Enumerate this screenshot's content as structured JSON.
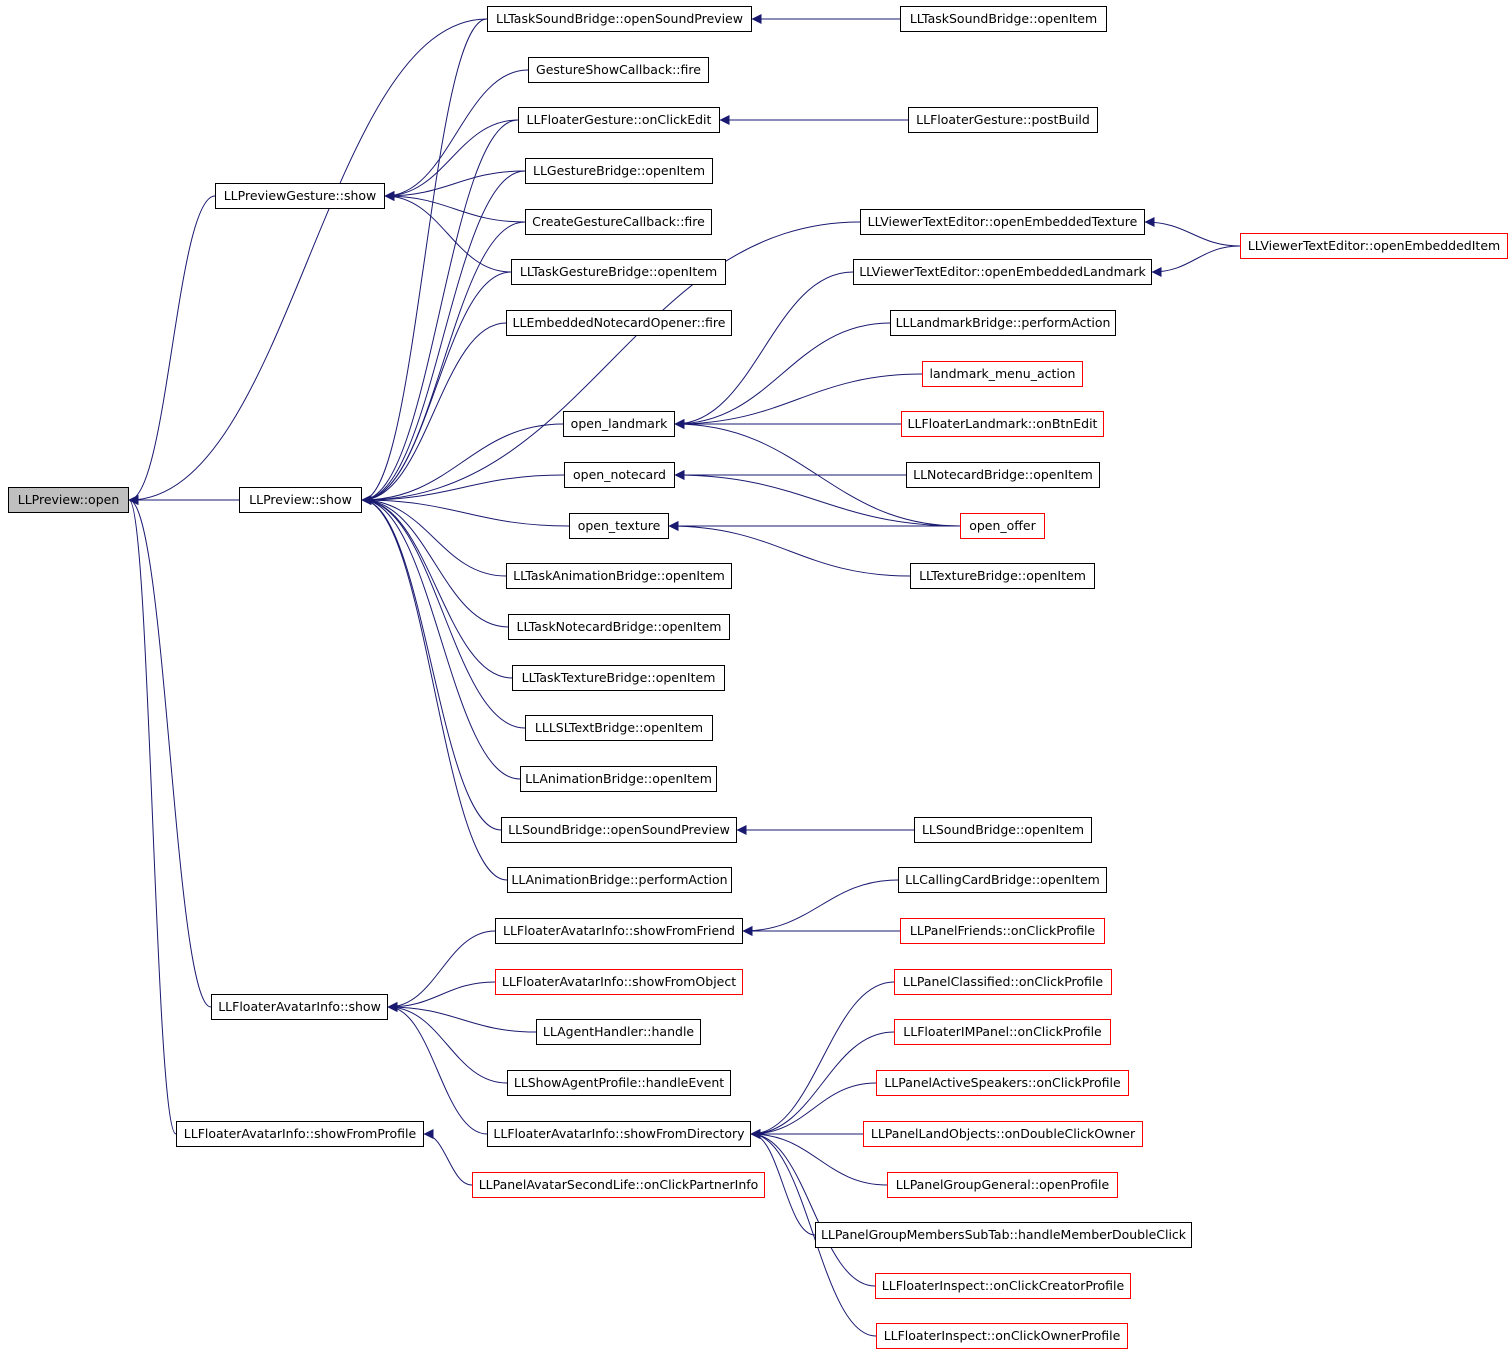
{
  "colors": {
    "edge": "#191970",
    "box_border": "#000000",
    "truncated_border": "#ff0000",
    "root_fill": "#bfbfbf"
  },
  "nodes": {
    "preview_open": {
      "label": "LLPreview::open",
      "style": "root"
    },
    "preview_show": {
      "label": "LLPreview::show",
      "style": "normal"
    },
    "preview_gesture_show": {
      "label": "LLPreviewGesture::show",
      "style": "normal"
    },
    "floater_avatar_info_show": {
      "label": "LLFloaterAvatarInfo::show",
      "style": "normal"
    },
    "show_from_profile": {
      "label": "LLFloaterAvatarInfo::showFromProfile",
      "style": "normal"
    },
    "task_sound_preview": {
      "label": "LLTaskSoundBridge::openSoundPreview",
      "style": "normal"
    },
    "gesture_show_callback": {
      "label": "GestureShowCallback::fire",
      "style": "normal"
    },
    "floater_gesture_edit": {
      "label": "LLFloaterGesture::onClickEdit",
      "style": "normal"
    },
    "gesture_bridge_open": {
      "label": "LLGestureBridge::openItem",
      "style": "normal"
    },
    "create_gesture_callback": {
      "label": "CreateGestureCallback::fire",
      "style": "normal"
    },
    "task_gesture_open": {
      "label": "LLTaskGestureBridge::openItem",
      "style": "normal"
    },
    "embedded_notecard_fire": {
      "label": "LLEmbeddedNotecardOpener::fire",
      "style": "normal"
    },
    "open_landmark": {
      "label": "open_landmark",
      "style": "normal"
    },
    "open_notecard": {
      "label": "open_notecard",
      "style": "normal"
    },
    "open_texture": {
      "label": "open_texture",
      "style": "normal"
    },
    "task_animation_open": {
      "label": "LLTaskAnimationBridge::openItem",
      "style": "normal"
    },
    "task_notecard_open": {
      "label": "LLTaskNotecardBridge::openItem",
      "style": "normal"
    },
    "task_texture_open": {
      "label": "LLTaskTextureBridge::openItem",
      "style": "normal"
    },
    "lsl_text_open": {
      "label": "LLLSLTextBridge::openItem",
      "style": "normal"
    },
    "animation_bridge_open": {
      "label": "LLAnimationBridge::openItem",
      "style": "normal"
    },
    "sound_bridge_preview": {
      "label": "LLSoundBridge::openSoundPreview",
      "style": "normal"
    },
    "animation_perform": {
      "label": "LLAnimationBridge::performAction",
      "style": "normal"
    },
    "show_from_friend": {
      "label": "LLFloaterAvatarInfo::showFromFriend",
      "style": "normal"
    },
    "show_from_object": {
      "label": "LLFloaterAvatarInfo::showFromObject",
      "style": "red"
    },
    "agent_handler": {
      "label": "LLAgentHandler::handle",
      "style": "normal"
    },
    "show_agent_profile": {
      "label": "LLShowAgentProfile::handleEvent",
      "style": "normal"
    },
    "show_from_directory": {
      "label": "LLFloaterAvatarInfo::showFromDirectory",
      "style": "normal"
    },
    "partner_info": {
      "label": "LLPanelAvatarSecondLife::onClickPartnerInfo",
      "style": "red"
    },
    "task_sound_open": {
      "label": "LLTaskSoundBridge::openItem",
      "style": "normal"
    },
    "floater_gesture_postbuild": {
      "label": "LLFloaterGesture::postBuild",
      "style": "normal"
    },
    "vte_embedded_texture": {
      "label": "LLViewerTextEditor::openEmbeddedTexture",
      "style": "normal"
    },
    "vte_embedded_landmark": {
      "label": "LLViewerTextEditor::openEmbeddedLandmark",
      "style": "normal"
    },
    "landmark_perform": {
      "label": "LLLandmarkBridge::performAction",
      "style": "normal"
    },
    "landmark_menu_action": {
      "label": "landmark_menu_action",
      "style": "red"
    },
    "floater_landmark_edit": {
      "label": "LLFloaterLandmark::onBtnEdit",
      "style": "red"
    },
    "notecard_bridge_open": {
      "label": "LLNotecardBridge::openItem",
      "style": "normal"
    },
    "open_offer": {
      "label": "open_offer",
      "style": "red"
    },
    "texture_bridge_open": {
      "label": "LLTextureBridge::openItem",
      "style": "normal"
    },
    "sound_bridge_open": {
      "label": "LLSoundBridge::openItem",
      "style": "normal"
    },
    "calling_card_open": {
      "label": "LLCallingCardBridge::openItem",
      "style": "normal"
    },
    "friends_profile": {
      "label": "LLPanelFriends::onClickProfile",
      "style": "red"
    },
    "classified_profile": {
      "label": "LLPanelClassified::onClickProfile",
      "style": "red"
    },
    "im_panel_profile": {
      "label": "LLFloaterIMPanel::onClickProfile",
      "style": "red"
    },
    "active_speakers_profile": {
      "label": "LLPanelActiveSpeakers::onClickProfile",
      "style": "red"
    },
    "land_objects_owner": {
      "label": "LLPanelLandObjects::onDoubleClickOwner",
      "style": "red"
    },
    "group_general_profile": {
      "label": "LLPanelGroupGeneral::openProfile",
      "style": "red"
    },
    "group_members_dblclick": {
      "label": "LLPanelGroupMembersSubTab::handleMemberDoubleClick",
      "style": "normal"
    },
    "inspect_creator": {
      "label": "LLFloaterInspect::onClickCreatorProfile",
      "style": "red"
    },
    "inspect_owner": {
      "label": "LLFloaterInspect::onClickOwnerProfile",
      "style": "red"
    },
    "vte_embedded_item": {
      "label": "LLViewerTextEditor::openEmbeddedItem",
      "style": "red"
    }
  },
  "edges": [
    [
      "preview_show",
      "preview_open"
    ],
    [
      "preview_gesture_show",
      "preview_open"
    ],
    [
      "floater_avatar_info_show",
      "preview_open"
    ],
    [
      "show_from_profile",
      "preview_open"
    ],
    [
      "task_sound_preview",
      "preview_open"
    ],
    [
      "gesture_show_callback",
      "preview_gesture_show"
    ],
    [
      "floater_gesture_edit",
      "preview_gesture_show"
    ],
    [
      "gesture_bridge_open",
      "preview_gesture_show"
    ],
    [
      "create_gesture_callback",
      "preview_gesture_show"
    ],
    [
      "task_gesture_open",
      "preview_gesture_show"
    ],
    [
      "task_sound_preview",
      "preview_show"
    ],
    [
      "floater_gesture_edit",
      "preview_show"
    ],
    [
      "gesture_bridge_open",
      "preview_show"
    ],
    [
      "create_gesture_callback",
      "preview_show"
    ],
    [
      "task_gesture_open",
      "preview_show"
    ],
    [
      "embedded_notecard_fire",
      "preview_show"
    ],
    [
      "vte_embedded_texture",
      "preview_show"
    ],
    [
      "open_landmark",
      "preview_show"
    ],
    [
      "open_notecard",
      "preview_show"
    ],
    [
      "open_texture",
      "preview_show"
    ],
    [
      "task_animation_open",
      "preview_show"
    ],
    [
      "task_notecard_open",
      "preview_show"
    ],
    [
      "task_texture_open",
      "preview_show"
    ],
    [
      "lsl_text_open",
      "preview_show"
    ],
    [
      "animation_bridge_open",
      "preview_show"
    ],
    [
      "sound_bridge_preview",
      "preview_show"
    ],
    [
      "animation_perform",
      "preview_show"
    ],
    [
      "task_sound_open",
      "task_sound_preview"
    ],
    [
      "floater_gesture_postbuild",
      "floater_gesture_edit"
    ],
    [
      "vte_embedded_item",
      "vte_embedded_texture"
    ],
    [
      "vte_embedded_item",
      "vte_embedded_landmark"
    ],
    [
      "vte_embedded_landmark",
      "open_landmark"
    ],
    [
      "landmark_perform",
      "open_landmark"
    ],
    [
      "landmark_menu_action",
      "open_landmark"
    ],
    [
      "floater_landmark_edit",
      "open_landmark"
    ],
    [
      "open_offer",
      "open_landmark"
    ],
    [
      "notecard_bridge_open",
      "open_notecard"
    ],
    [
      "open_offer",
      "open_notecard"
    ],
    [
      "open_offer",
      "open_texture"
    ],
    [
      "texture_bridge_open",
      "open_texture"
    ],
    [
      "sound_bridge_open",
      "sound_bridge_preview"
    ],
    [
      "show_from_friend",
      "floater_avatar_info_show"
    ],
    [
      "show_from_object",
      "floater_avatar_info_show"
    ],
    [
      "agent_handler",
      "floater_avatar_info_show"
    ],
    [
      "show_agent_profile",
      "floater_avatar_info_show"
    ],
    [
      "show_from_directory",
      "floater_avatar_info_show"
    ],
    [
      "partner_info",
      "show_from_profile"
    ],
    [
      "calling_card_open",
      "show_from_friend"
    ],
    [
      "friends_profile",
      "show_from_friend"
    ],
    [
      "classified_profile",
      "show_from_directory"
    ],
    [
      "im_panel_profile",
      "show_from_directory"
    ],
    [
      "active_speakers_profile",
      "show_from_directory"
    ],
    [
      "land_objects_owner",
      "show_from_directory"
    ],
    [
      "group_general_profile",
      "show_from_directory"
    ],
    [
      "group_members_dblclick",
      "show_from_directory"
    ],
    [
      "inspect_creator",
      "show_from_directory"
    ],
    [
      "inspect_owner",
      "show_from_directory"
    ]
  ]
}
